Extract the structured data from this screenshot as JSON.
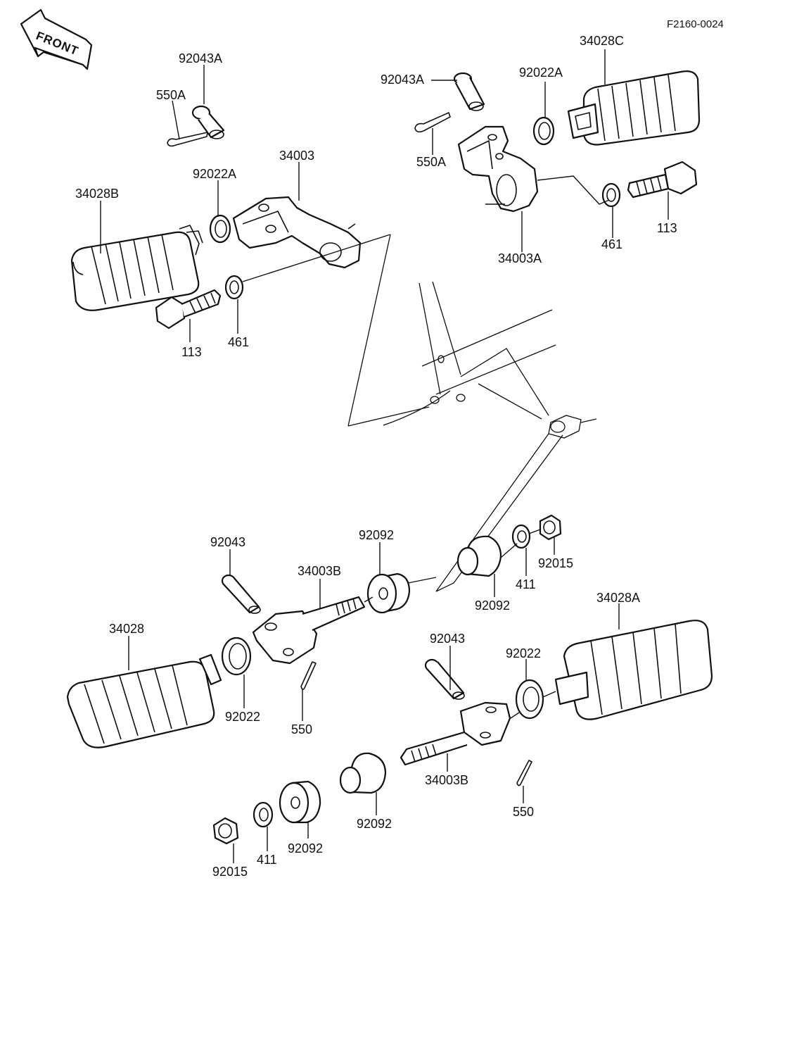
{
  "ref_code": "F2160-0024",
  "front_arrow": "FRONT",
  "labels": {
    "l_92043A_left": "92043A",
    "l_550A_left": "550A",
    "l_92022A_left": "92022A",
    "l_34003": "34003",
    "l_34028B": "34028B",
    "l_113_left": "113",
    "l_461_left": "461",
    "l_92043A_right": "92043A",
    "l_92022A_right": "92022A",
    "l_34028C": "34028C",
    "l_550A_right": "550A",
    "l_34003A": "34003A",
    "l_461_right": "461",
    "l_113_right": "113",
    "l_92043_left": "92043",
    "l_34003B_left": "34003B",
    "l_92092_a": "92092",
    "l_92092_b": "92092",
    "l_411_right": "411",
    "l_92015_right": "92015",
    "l_34028": "34028",
    "l_92022_left": "92022",
    "l_550_left": "550",
    "l_92043_right": "92043",
    "l_92022_right": "92022",
    "l_34028A": "34028A",
    "l_34003B_right": "34003B",
    "l_550_right": "550",
    "l_92092_c": "92092",
    "l_92092_d": "92092",
    "l_411_left": "411",
    "l_92015_left": "92015"
  }
}
